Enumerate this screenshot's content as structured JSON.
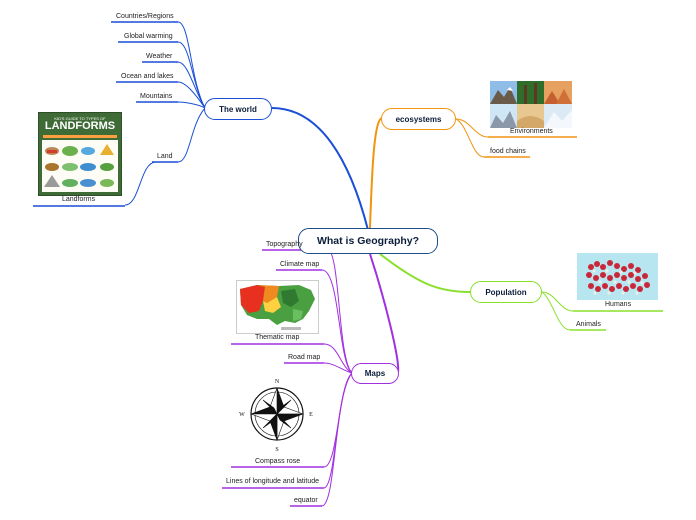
{
  "central": {
    "title": "What is Geography?"
  },
  "colors": {
    "world": "#1a4fd6",
    "eco": "#f29410",
    "population": "#88e02a",
    "maps": "#a030e0",
    "central": "#1b4f8a"
  },
  "world": {
    "label": "The world",
    "items": [
      "Countries/Regions",
      "Global warming",
      "Weather",
      "Ocean and lakes",
      "Mountains",
      "Land",
      "Landforms"
    ],
    "poster": {
      "line1": "KID'S GUIDE TO TYPES OF",
      "line2": "LANDFORMS"
    }
  },
  "ecosystems": {
    "label": "ecosystems",
    "items": [
      "Environments",
      "food chains"
    ]
  },
  "population": {
    "label": "Population",
    "items": [
      "Humans",
      "Animals"
    ]
  },
  "maps": {
    "label": "Maps",
    "items": [
      "Topography",
      "Climate map",
      "Thematic map",
      "Road map",
      "Compass rose",
      "Lines of longitude and latitude",
      "equator"
    ],
    "compass": {
      "n": "N",
      "s": "S",
      "e": "E",
      "w": "W"
    }
  }
}
